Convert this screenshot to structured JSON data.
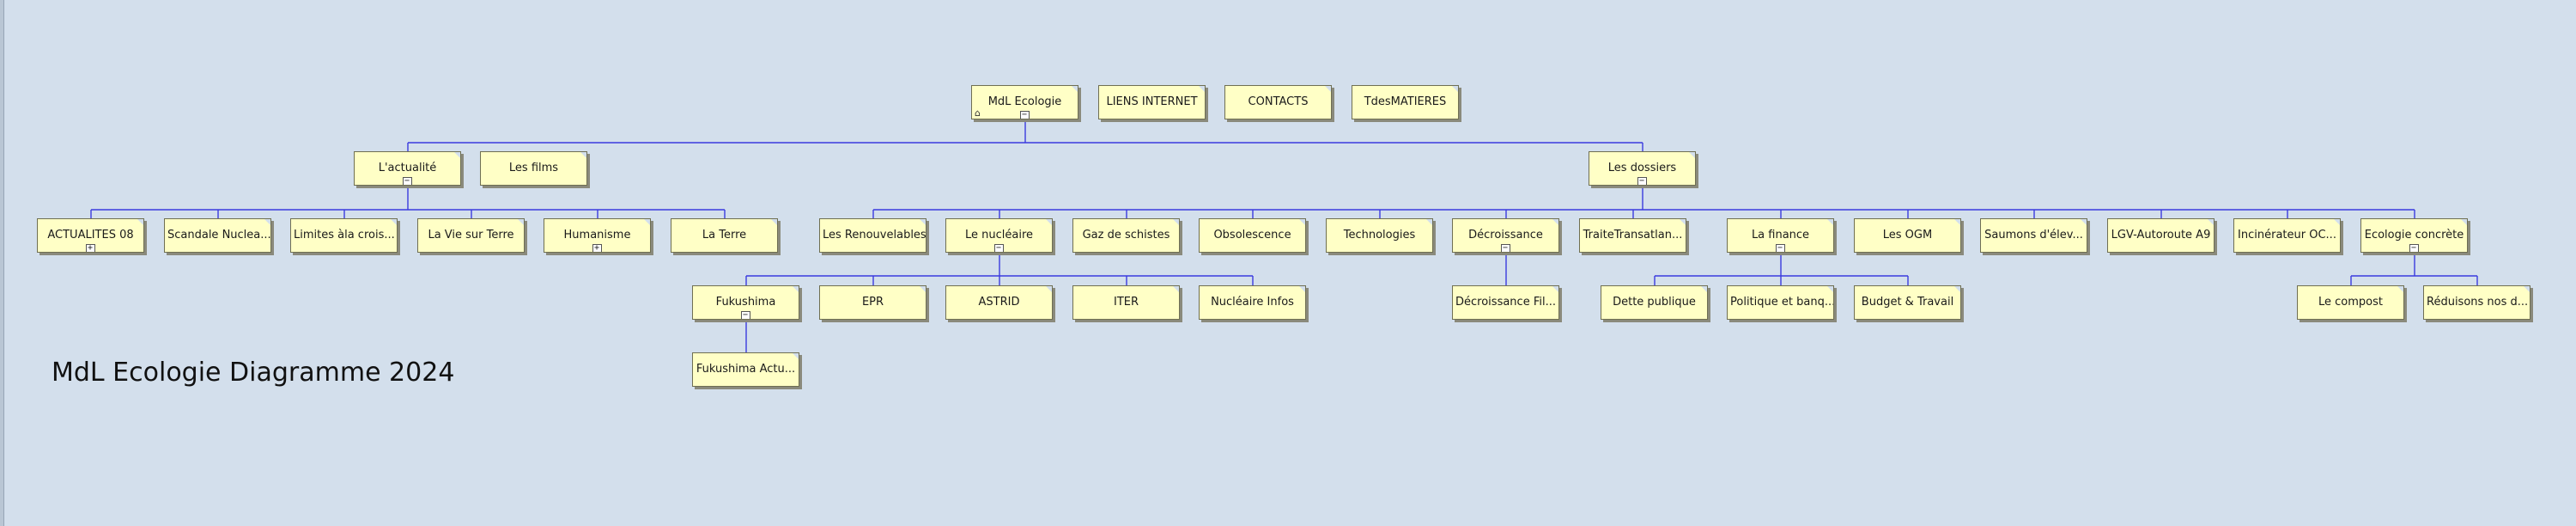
{
  "diagram_title": "MdL Ecologie Diagramme 2024",
  "colors": {
    "background": "#d3dfec",
    "node_fill": "#ffffc6",
    "connector": "#3a3adf"
  },
  "toggle_symbols": {
    "expanded": "−",
    "collapsed": "+"
  },
  "home_icon": "⌂",
  "nodes": {
    "root": "MdL Ecologie",
    "liens": "LIENS INTERNET",
    "contacts": "CONTACTS",
    "tdm": "TdesMATIERES",
    "actualite": "L'actualité",
    "films": "Les films",
    "dossiers": "Les dossiers",
    "actualites08": "ACTUALITES 08",
    "scandale": "Scandale Nuclea...",
    "limites": "Limites àla crois...",
    "vie": "La Vie sur Terre",
    "humanisme": "Humanisme",
    "terre": "La Terre",
    "renouvelables": "Les Renouvelables",
    "nucleaire": "Le nucléaire",
    "gaz": "Gaz de schistes",
    "obsolescence": "Obsolescence",
    "technologies": "Technologies",
    "decroissance": "Décroissance",
    "traite": "TraiteTransatlan...",
    "finance": "La finance",
    "ogm": "Les OGM",
    "saumons": "Saumons d'élev...",
    "lgv": "LGV-Autoroute A9",
    "incinerateur": "Incinérateur OC...",
    "ecologie": "Ecologie concrète",
    "fukushima": "Fukushima",
    "epr": "EPR",
    "astrid": "ASTRID",
    "iter": "ITER",
    "nucinfos": "Nucléaire Infos",
    "fukushima_actu": "Fukushima Actu...",
    "decroissance_fil": "Décroissance Fil...",
    "dette": "Dette publique",
    "politique": "Politique et banq...",
    "budget": "Budget & Travail",
    "compost": "Le compost",
    "reduisons": "Réduisons nos d..."
  }
}
